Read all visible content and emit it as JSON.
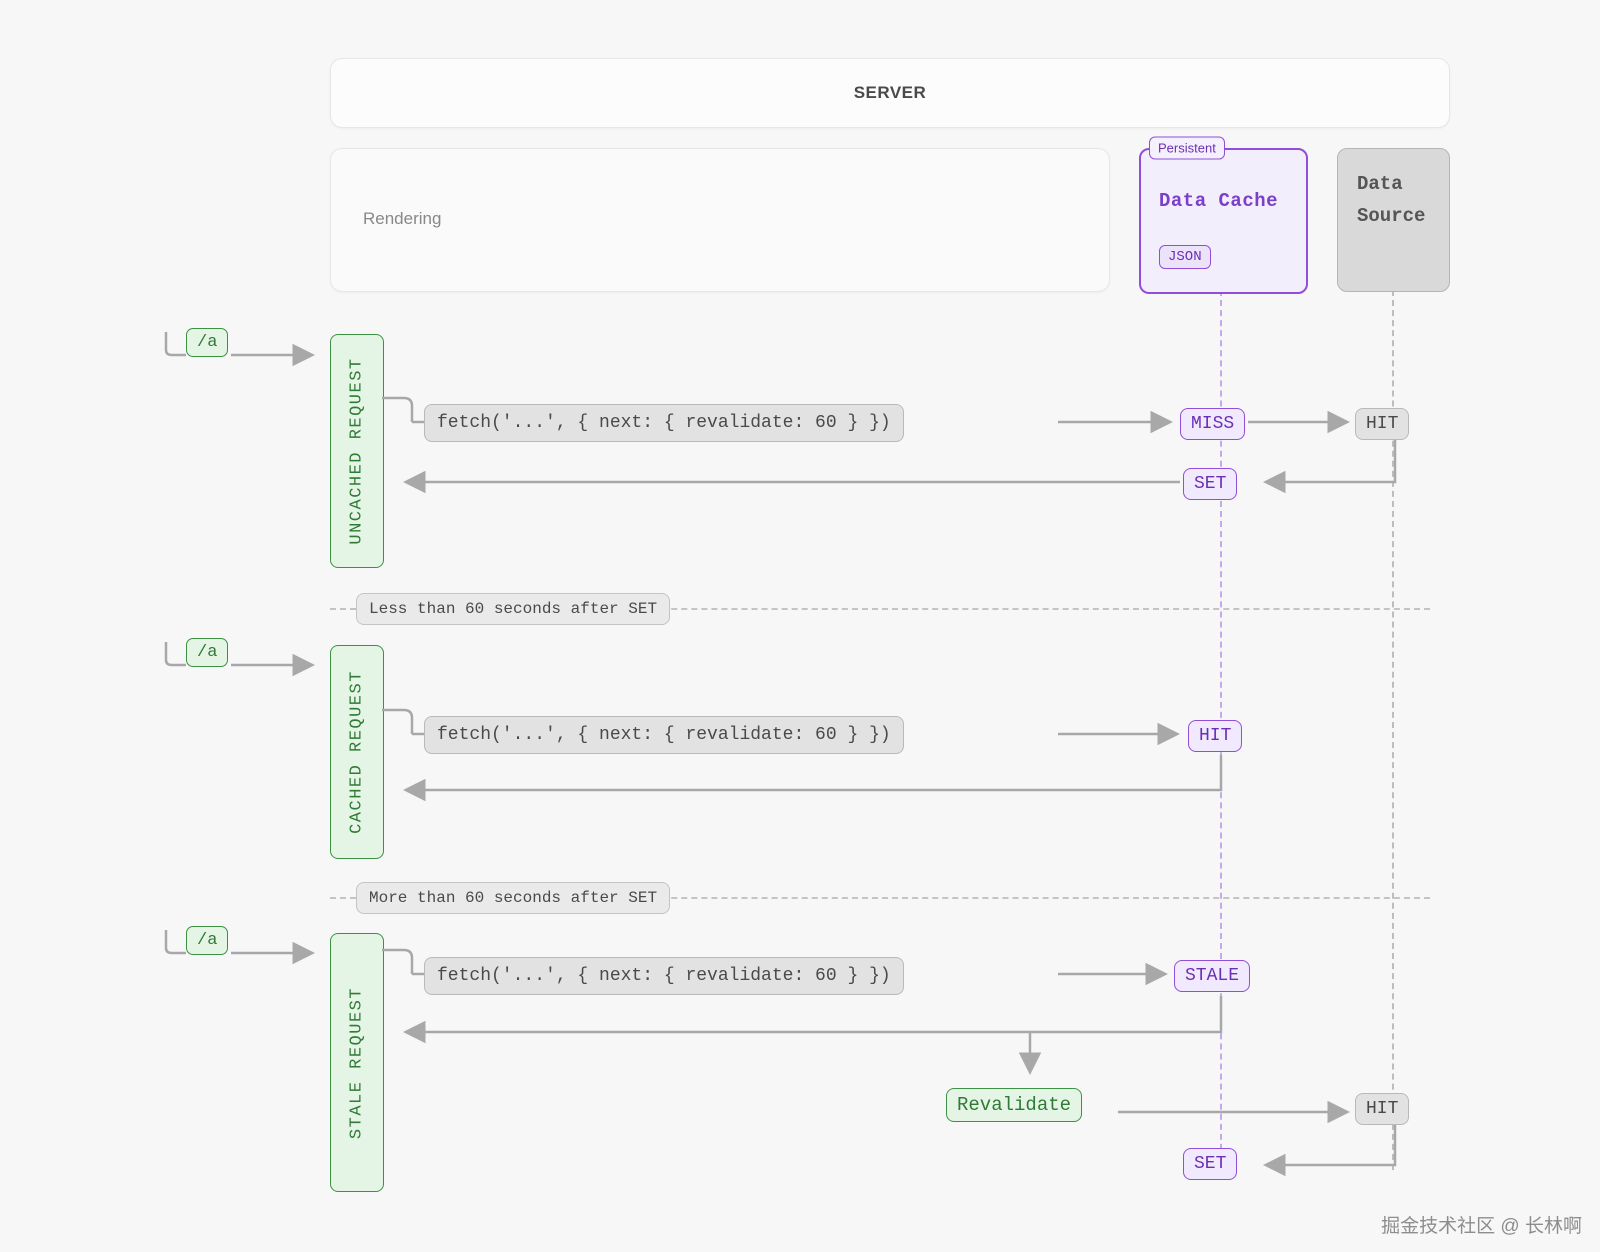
{
  "diagram": {
    "server_label": "SERVER",
    "rendering_label": "Rendering",
    "data_cache": {
      "persistent_badge": "Persistent",
      "title": "Data Cache",
      "format_badge": "JSON"
    },
    "data_source": {
      "line1": "Data",
      "line2": "Source"
    },
    "route_chip": "/a",
    "fetch_code": "fetch('...', { next: { revalidate: 60 } })",
    "lanes": [
      {
        "label": "UNCACHED REQUEST"
      },
      {
        "label": "CACHED REQUEST"
      },
      {
        "label": "STALE REQUEST"
      }
    ],
    "separators": [
      {
        "label": "Less than 60 seconds after SET"
      },
      {
        "label": "More than 60 seconds after SET"
      }
    ],
    "statuses": {
      "miss": "MISS",
      "set": "SET",
      "hit": "HIT",
      "stale": "STALE",
      "revalidate": "Revalidate"
    }
  },
  "colors": {
    "purple": "#8f4fd8",
    "green": "#3d9142",
    "gray": "#b9b9b9",
    "background": "#f7f7f7"
  },
  "watermark": "掘金技术社区 @ 长林啊"
}
